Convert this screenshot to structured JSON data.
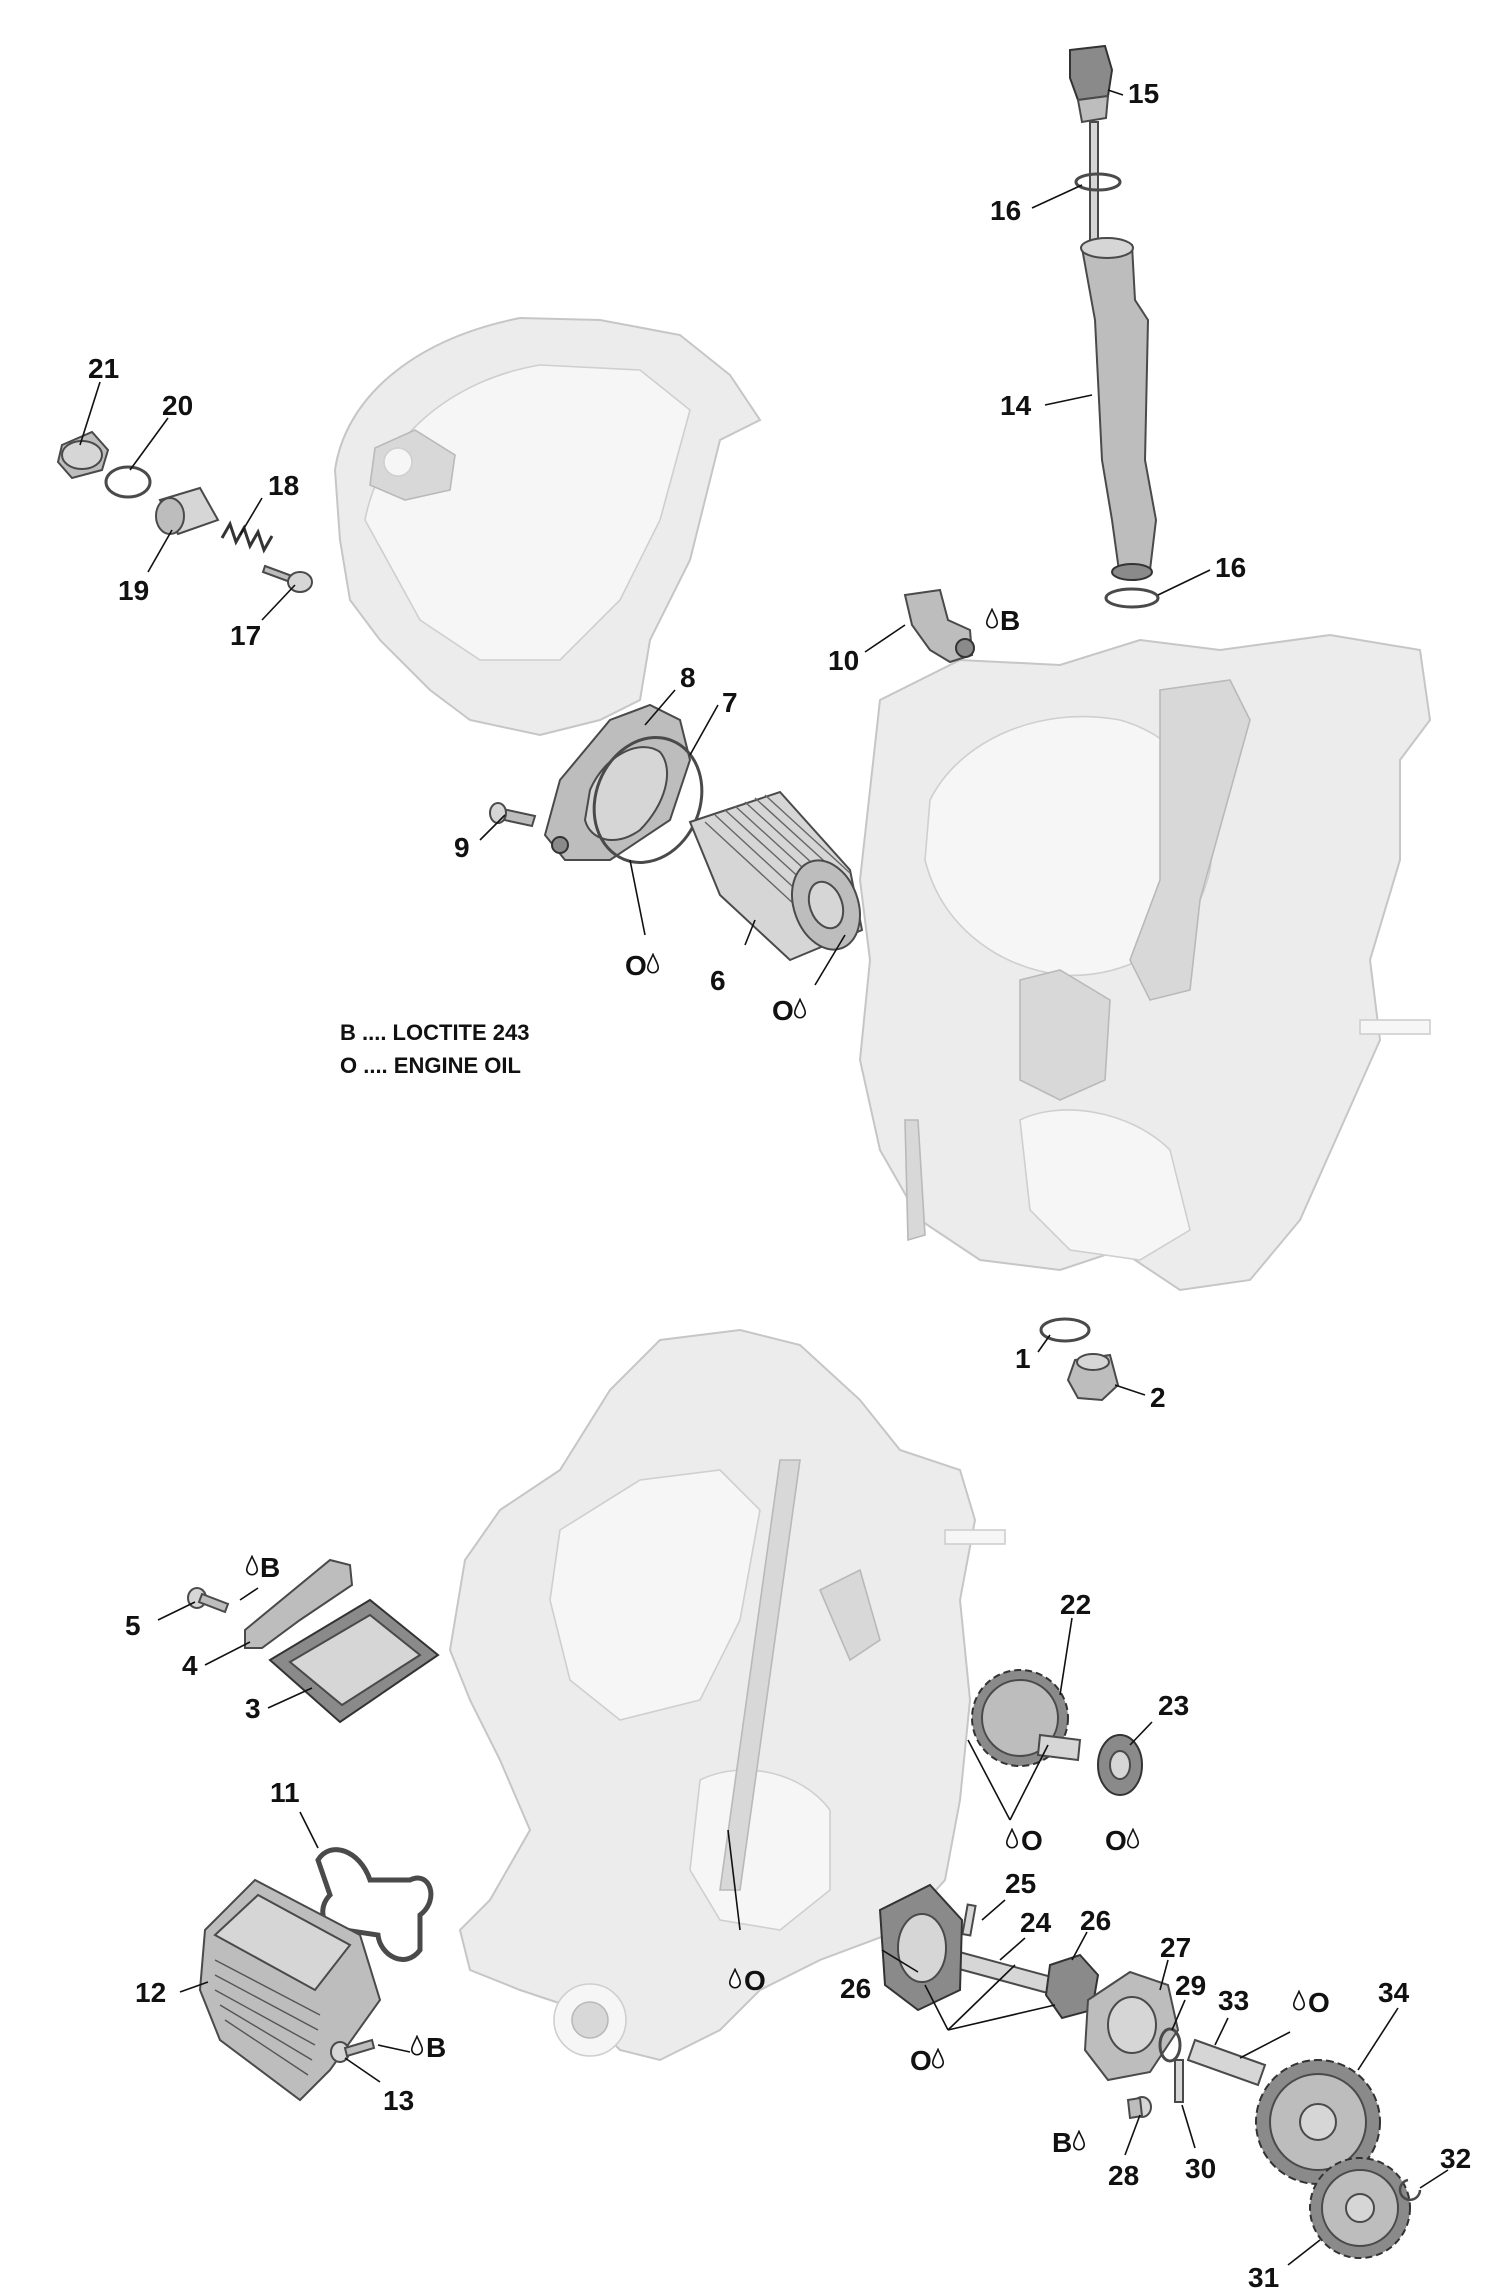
{
  "legend": {
    "line_b": "B .... LOCTITE 243",
    "line_o": "O .... ENGINE OIL"
  },
  "callouts": {
    "c1": "1",
    "c2": "2",
    "c3": "3",
    "c4": "4",
    "c5": "5",
    "c6": "6",
    "c7": "7",
    "c8": "8",
    "c9": "9",
    "c10": "10",
    "c11": "11",
    "c12": "12",
    "c13": "13",
    "c14": "14",
    "c15": "15",
    "c16a": "16",
    "c16b": "16",
    "c17": "17",
    "c18": "18",
    "c19": "19",
    "c20": "20",
    "c21": "21",
    "c22": "22",
    "c23": "23",
    "c24": "24",
    "c25": "25",
    "c26a": "26",
    "c26b": "26",
    "c27": "27",
    "c28": "28",
    "c29": "29",
    "c30": "30",
    "c31": "31",
    "c32": "32",
    "c33": "33",
    "c34": "34"
  },
  "marks": {
    "b": "B",
    "o": "O"
  }
}
